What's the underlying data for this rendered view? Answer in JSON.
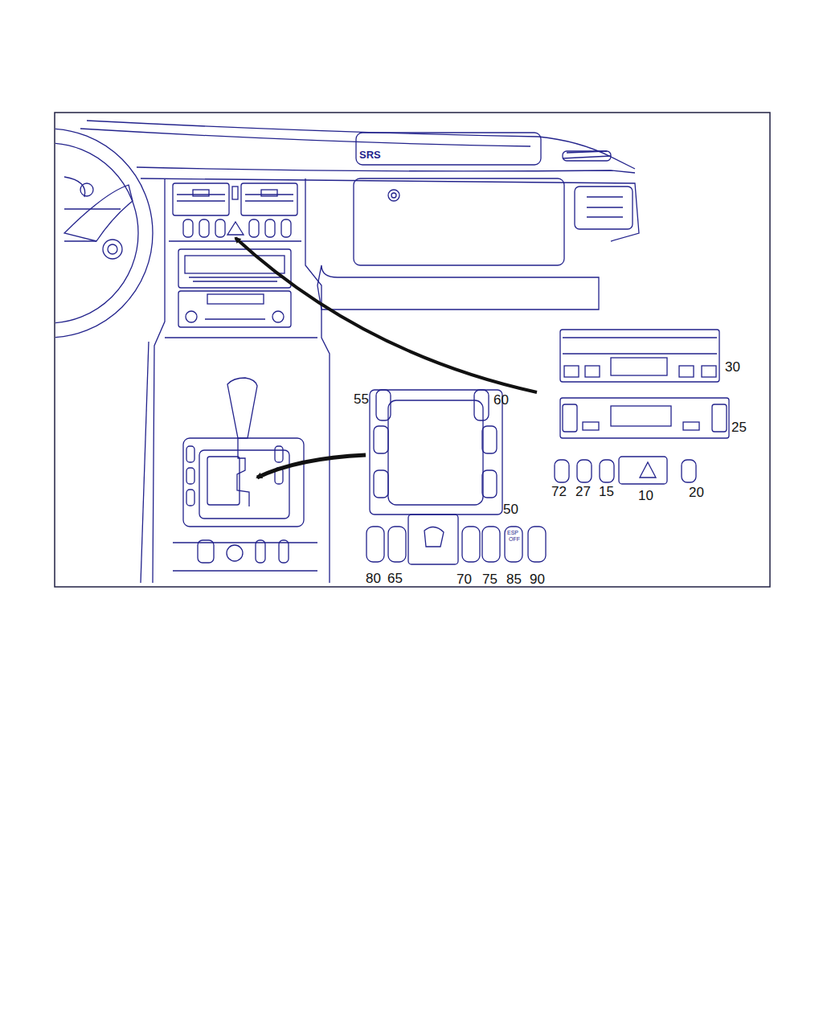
{
  "diagram": {
    "labels": [
      "SRS",
      "30",
      "25",
      "55",
      "60",
      "50",
      "72",
      "27",
      "15",
      "10",
      "20",
      "80",
      "65",
      "70",
      "75",
      "85",
      "90",
      "ESP",
      "OFF"
    ]
  }
}
